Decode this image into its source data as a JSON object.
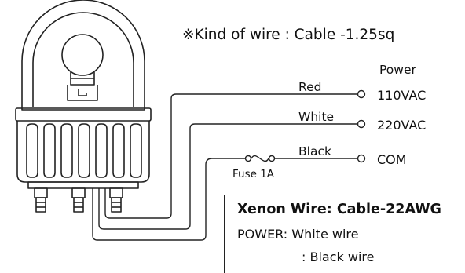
{
  "note": {
    "wire_kind": "※Kind of wire  :  Cable -1.25sq"
  },
  "power_header": "Power",
  "wires": [
    {
      "label": "Red",
      "terminal": "110VAC"
    },
    {
      "label": "White",
      "terminal": "220VAC"
    },
    {
      "label": "Black",
      "terminal": "COM"
    }
  ],
  "fuse_label": "Fuse 1A",
  "xenon_box": {
    "title": "Xenon Wire: Cable-22AWG",
    "line1": "POWER: White wire",
    "line2": ": Black wire"
  }
}
